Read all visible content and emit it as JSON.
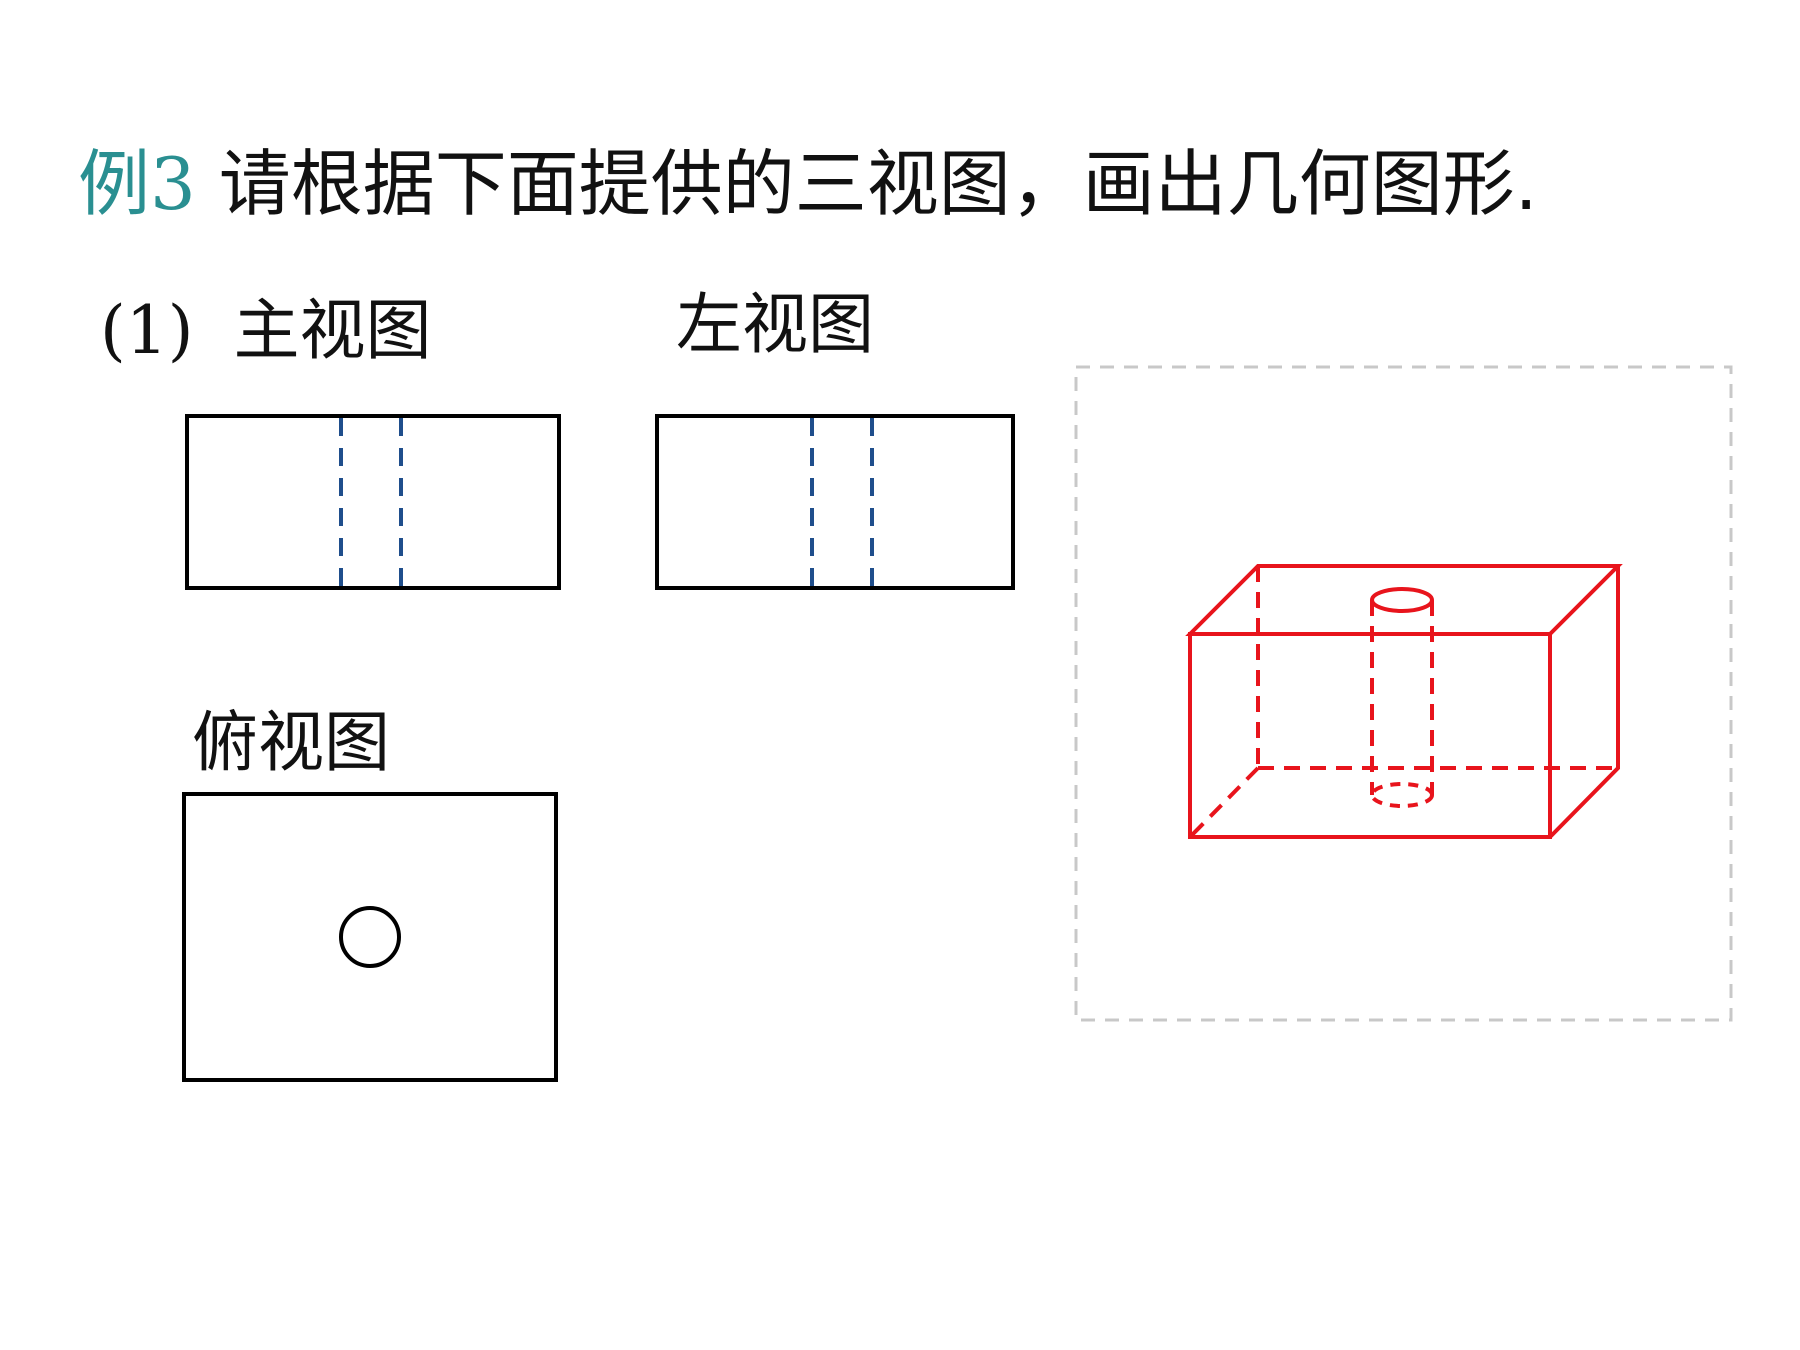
{
  "title": {
    "prefix": "例3",
    "text": " 请根据下面提供的三视图，画出几何图形."
  },
  "question": {
    "number": "(1)",
    "front_view_label": "主视图"
  },
  "views": {
    "left_view_label": "左视图",
    "top_view_label": "俯视图"
  },
  "colors": {
    "title_prefix": "#2a8f91",
    "outline": "#000000",
    "hidden_lines": "#1f4e8c",
    "solid_figure": "#e8141c",
    "answer_frame": "#c8c8c8"
  }
}
